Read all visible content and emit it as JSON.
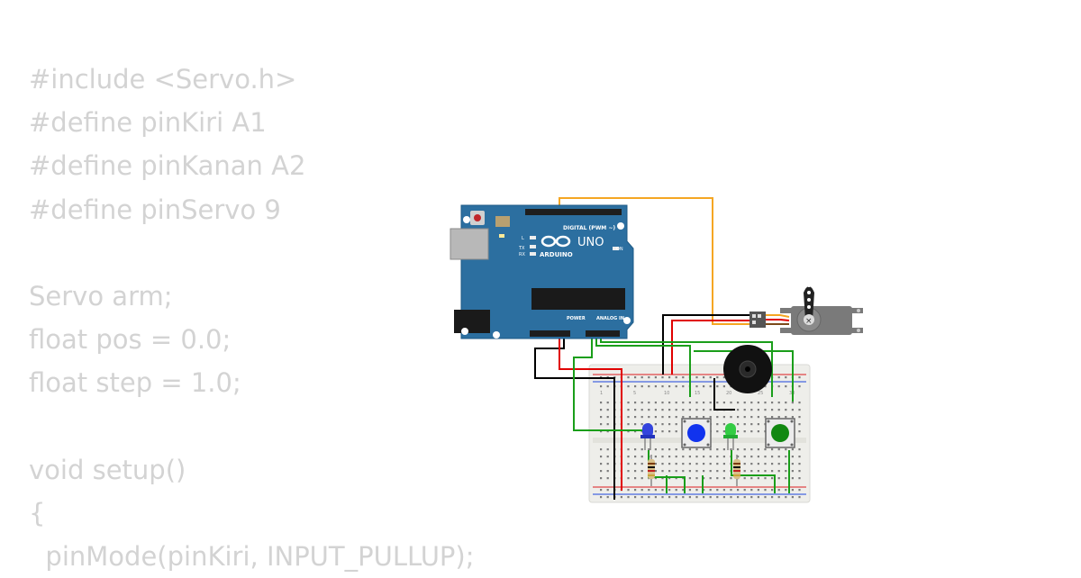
{
  "code_lines": [
    "#include <Servo.h>",
    "#define pinKiri A1",
    "#define pinKanan A2",
    "#define pinServo 9",
    "",
    "Servo arm;",
    "float pos = 0.0;",
    "float step = 1.0;",
    "",
    "void setup()",
    "{",
    "  pinMode(pinKiri, INPUT_PULLUP);"
  ],
  "arduino": {
    "board_name": "UNO",
    "brand": "ARDUINO",
    "digital_label": "DIGITAL (PWM ~)",
    "power_label": "POWER",
    "analog_label": "ANALOG IN",
    "on_label": "ON",
    "l_label": "L",
    "tx_label": "TX",
    "rx_label": "RX"
  },
  "breadboard": {
    "column_numbers": [
      "1",
      "5",
      "10",
      "15",
      "20",
      "25",
      "30"
    ]
  },
  "colors": {
    "board": "#2c6fa0",
    "wire_signal": "#f5a623",
    "wire_ground": "#000000",
    "wire_power": "#e00000",
    "wire_green": "#1a9e1a",
    "led_blue": "#3344dd",
    "led_green": "#33cc44",
    "button_blue": "#1133ee",
    "button_green": "#118811"
  }
}
